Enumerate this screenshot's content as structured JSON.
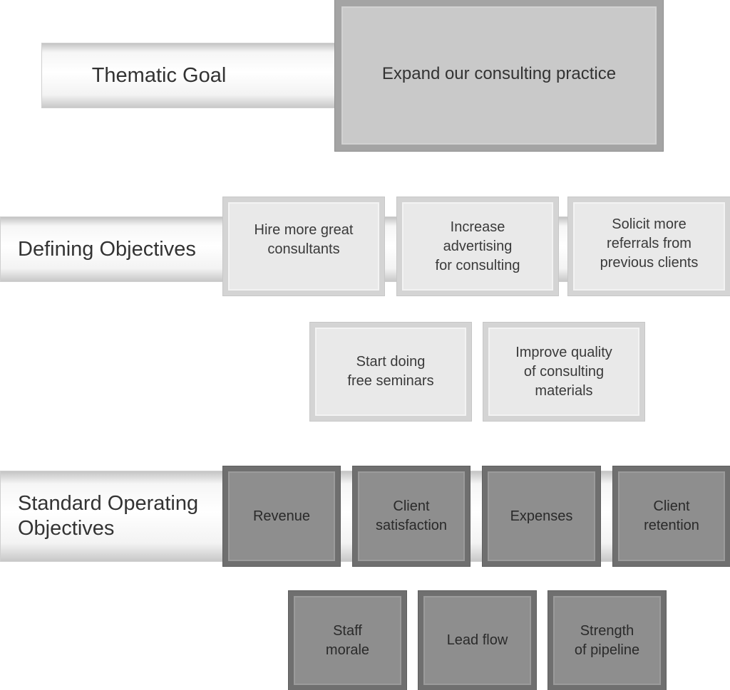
{
  "thematic": {
    "label": "Thematic Goal",
    "goal": "Expand our consulting practice"
  },
  "defining": {
    "label": "Defining Objectives",
    "items": [
      "Hire more great\nconsultants",
      "Increase\nadvertising\nfor consulting",
      "Solicit more\nreferrals from\nprevious clients",
      "Start doing\nfree seminars",
      "Improve quality\nof consulting\nmaterials"
    ]
  },
  "standard": {
    "label": "Standard Operating\nObjectives",
    "items": [
      "Revenue",
      "Client\nsatisfaction",
      "Expenses",
      "Client\nretention",
      "Staff\nmorale",
      "Lead flow",
      "Strength\nof pipeline"
    ]
  }
}
